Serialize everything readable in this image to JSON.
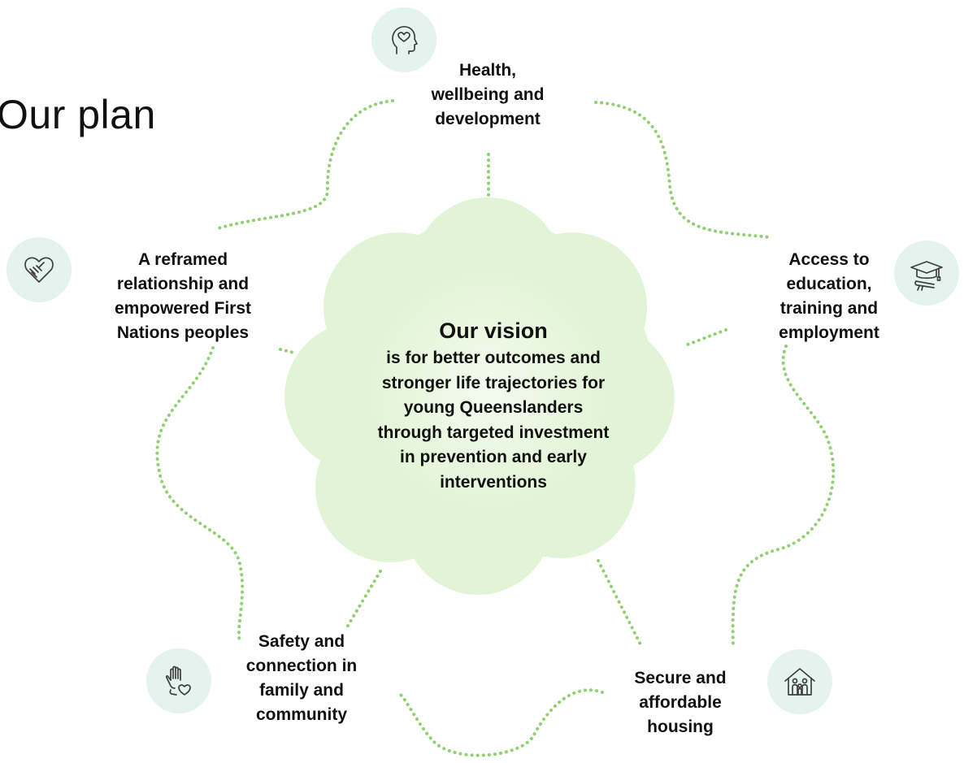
{
  "page_title": "Our plan",
  "vision": {
    "title": "Our vision",
    "lines": [
      "is for better outcomes and",
      "stronger life trajectories for",
      "young Queenslanders",
      "through targeted investment",
      "in prevention and early",
      "interventions"
    ]
  },
  "pillars": {
    "health": {
      "lines": [
        "Health,",
        "wellbeing and",
        "development"
      ],
      "icon": "head-heart-icon"
    },
    "education": {
      "lines": [
        "Access to",
        "education,",
        "training and",
        "employment"
      ],
      "icon": "graduation-cap-icon"
    },
    "housing": {
      "lines": [
        "Secure and",
        "affordable",
        "housing"
      ],
      "icon": "house-family-icon"
    },
    "safety": {
      "lines": [
        "Safety and",
        "connection in",
        "family and",
        "community"
      ],
      "icon": "hand-heart-icon"
    },
    "first_nations": {
      "lines": [
        "A reframed",
        "relationship and",
        "empowered First",
        "Nations peoples"
      ],
      "icon": "handshake-heart-icon"
    }
  },
  "colors": {
    "blob_fill": "#e2f4d6",
    "dots": "#8fd070",
    "icon_bg": "#e4f3ee",
    "icon_stroke": "#3f3f3f",
    "text": "#111111"
  }
}
